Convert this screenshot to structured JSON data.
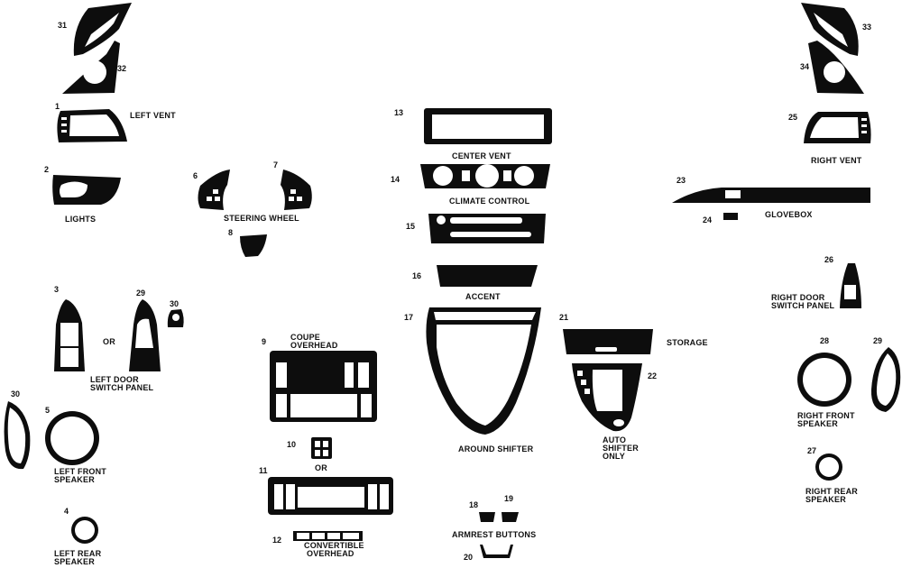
{
  "parts": [
    {
      "id": "part-1",
      "num": "1"
    },
    {
      "id": "part-2",
      "num": "2"
    },
    {
      "id": "part-3",
      "num": "3"
    },
    {
      "id": "part-4",
      "num": "4"
    },
    {
      "id": "part-5",
      "num": "5"
    },
    {
      "id": "part-6",
      "num": "6"
    },
    {
      "id": "part-7",
      "num": "7"
    },
    {
      "id": "part-8",
      "num": "8"
    },
    {
      "id": "part-9",
      "num": "9"
    },
    {
      "id": "part-10",
      "num": "10"
    },
    {
      "id": "part-11",
      "num": "11"
    },
    {
      "id": "part-12",
      "num": "12"
    },
    {
      "id": "part-13",
      "num": "13"
    },
    {
      "id": "part-14",
      "num": "14"
    },
    {
      "id": "part-15",
      "num": "15"
    },
    {
      "id": "part-16",
      "num": "16"
    },
    {
      "id": "part-17",
      "num": "17"
    },
    {
      "id": "part-18",
      "num": "18"
    },
    {
      "id": "part-19",
      "num": "19"
    },
    {
      "id": "part-20",
      "num": "20"
    },
    {
      "id": "part-21",
      "num": "21"
    },
    {
      "id": "part-22",
      "num": "22"
    },
    {
      "id": "part-23",
      "num": "23"
    },
    {
      "id": "part-24",
      "num": "24"
    },
    {
      "id": "part-25",
      "num": "25"
    },
    {
      "id": "part-26",
      "num": "26"
    },
    {
      "id": "part-27",
      "num": "27"
    },
    {
      "id": "part-28",
      "num": "28"
    },
    {
      "id": "part-29-left",
      "num": "29"
    },
    {
      "id": "part-29-right",
      "num": "29"
    },
    {
      "id": "part-30-small",
      "num": "30"
    },
    {
      "id": "part-30-left",
      "num": "30"
    },
    {
      "id": "part-31",
      "num": "31"
    },
    {
      "id": "part-32",
      "num": "32"
    },
    {
      "id": "part-33",
      "num": "33"
    },
    {
      "id": "part-34",
      "num": "34"
    }
  ],
  "labels": {
    "left_vent": "LEFT VENT",
    "lights": "LIGHTS",
    "steering_wheel": "STEERING WHEEL",
    "or_left_door": "OR",
    "left_door_1": "LEFT DOOR",
    "left_door_2": "SWITCH PANEL",
    "left_front_1": "LEFT FRONT",
    "left_front_2": "SPEAKER",
    "left_rear_1": "LEFT REAR",
    "left_rear_2": "SPEAKER",
    "coupe_1": "COUPE",
    "coupe_2": "OVERHEAD",
    "or_overhead": "OR",
    "convertible_1": "CONVERTIBLE",
    "convertible_2": "OVERHEAD",
    "center_vent": "CENTER VENT",
    "climate_control": "CLIMATE CONTROL",
    "accent": "ACCENT",
    "around_shifter": "AROUND SHIFTER",
    "armrest_buttons": "ARMREST BUTTONS",
    "storage": "STORAGE",
    "auto_1": "AUTO",
    "auto_2": "SHIFTER",
    "auto_3": "ONLY",
    "right_vent": "RIGHT VENT",
    "glovebox": "GLOVEBOX",
    "right_door_1": "RIGHT DOOR",
    "right_door_2": "SWITCH PANEL",
    "right_front_1": "RIGHT FRONT",
    "right_front_2": "SPEAKER",
    "right_rear_1": "RIGHT REAR",
    "right_rear_2": "SPEAKER"
  },
  "colors": {
    "part_fill": "#0d0d0d",
    "background": "#ffffff",
    "text": "#111111"
  }
}
